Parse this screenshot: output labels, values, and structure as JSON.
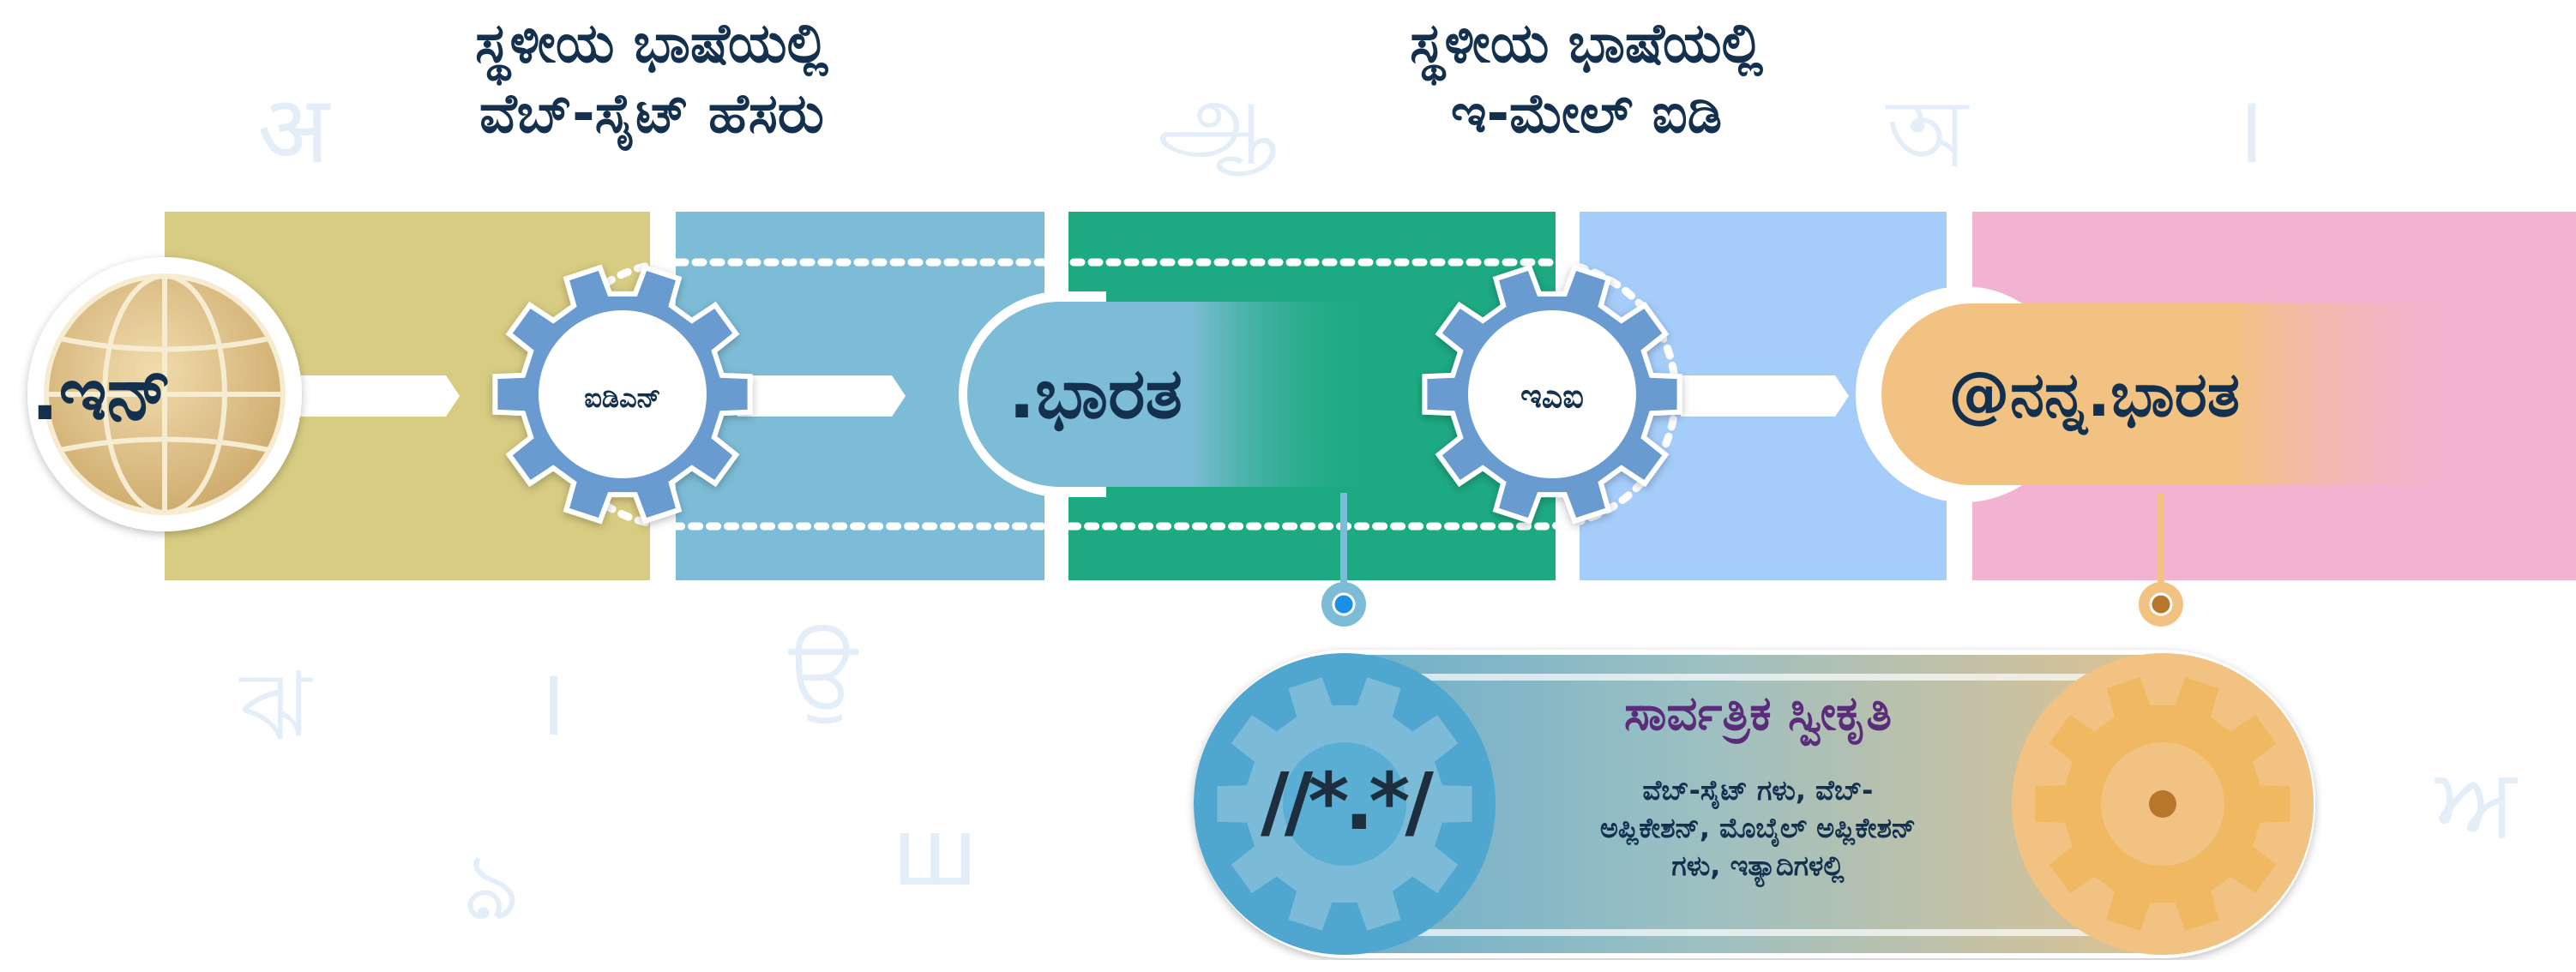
{
  "headings": {
    "website_line1": "ಸ್ಥಳೀಯ ಭಾಷೆಯಲ್ಲಿ",
    "website_line2": "ವೆಬ್-ಸೈಟ್ ಹೆಸರು",
    "email_line1": "ಸ್ಥಳೀಯ ಭಾಷೆಯಲ್ಲಿ",
    "email_line2": "ಇ-ಮೇಲ್ ಐಡಿ"
  },
  "nodes": {
    "globe_label": ".ಇನ್",
    "idn_gear_label": "ಐಡಿಎನ್",
    "bharat_label": ".ಭಾರತ",
    "eai_gear_label": "ಇಎಐ",
    "email_label": "@ನನ್ನ.ಭಾರತ"
  },
  "ua_panel": {
    "title": "ಸಾರ್ವತ್ರಿಕ ಸ್ವೀಕೃತಿ",
    "body_lines": [
      "ವೆಬ್-ಸೈಟ್ ಗಳು, ವೆಬ್-",
      "ಅಪ್ಲಿಕೇಶನ್, ಮೊಬೈಲ್ ಅಪ್ಲಿಕೇಶನ್",
      "ಗಳು, ಇತ್ಯಾದಿಗಳಲ್ಲಿ"
    ],
    "icon_text": "//*.*/"
  },
  "watermark_glyphs": [
    "अ",
    "ஆ",
    "অ",
    "।",
    "ঝ",
    "।",
    "ਉ",
    "ঌ",
    "ш",
    "ਅ"
  ],
  "colors": {
    "olive": "#d8cc82",
    "steel_blue": "#7dbcd6",
    "teal": "#1daa82",
    "light_blue": "#a6cdfa",
    "pink": "#f2b3d1",
    "navy": "#14304f",
    "gear_blue": "#6b9bd0",
    "orange": "#f2c282",
    "gear_orange": "#f0b860",
    "ua_blue": "#4fa6cf",
    "title_purple": "#5a2c7a",
    "accent_orange": "#f28a1c",
    "accent_blue": "#1a8fe6",
    "globe_gold": "#d8b87e"
  }
}
